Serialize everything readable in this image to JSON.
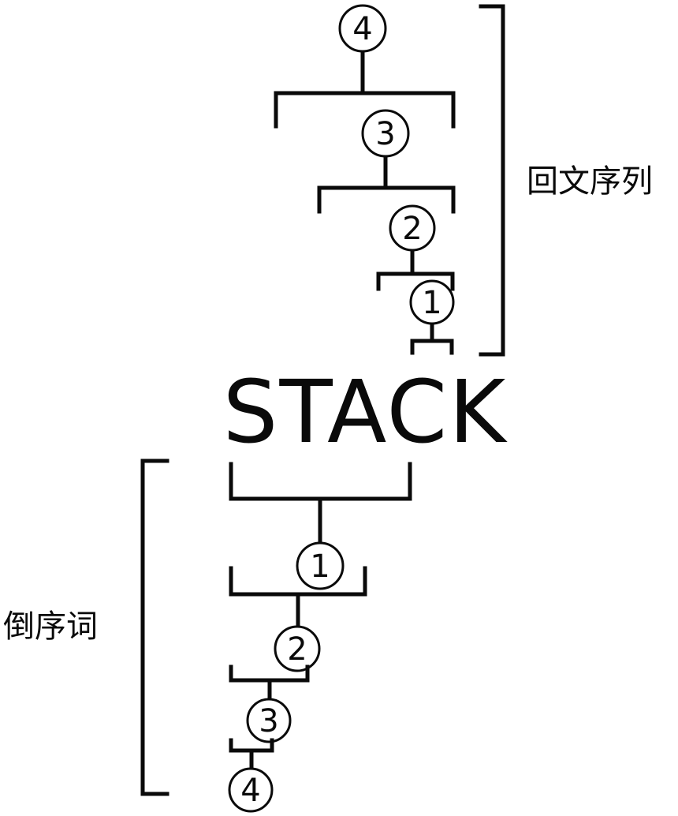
{
  "diagram": {
    "word": "STACK",
    "top_group": {
      "label": "回文序列",
      "nodes": [
        "4",
        "3",
        "2",
        "1"
      ]
    },
    "bottom_group": {
      "label": "倒序词",
      "nodes": [
        "1",
        "2",
        "3",
        "4"
      ]
    },
    "colors": {
      "ink": "#0a0a0a",
      "background": "#ffffff"
    }
  }
}
